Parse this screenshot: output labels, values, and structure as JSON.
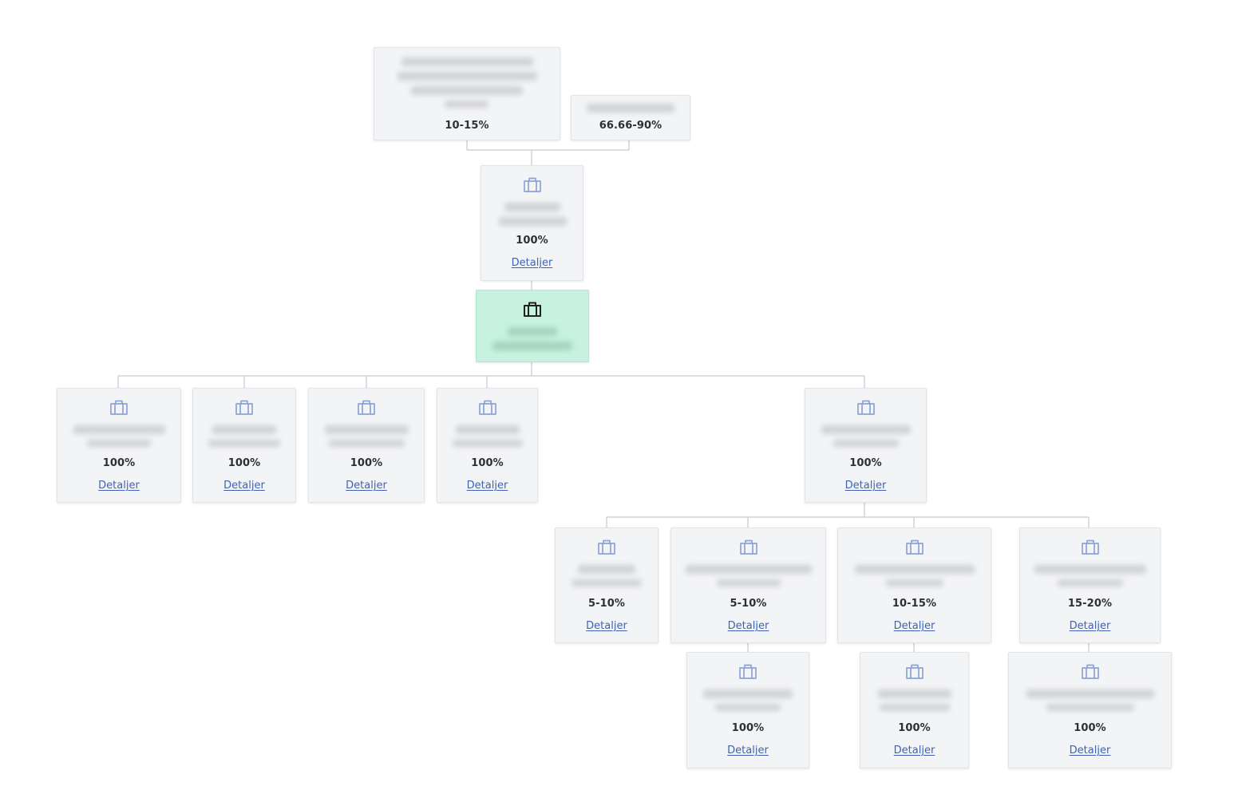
{
  "colors": {
    "card_background": "#f3f4f6",
    "selected_background": "#c6f2df",
    "connector": "#cfd3da",
    "link": "#3f62b5",
    "icon_default": "#8da2d6",
    "icon_selected": "#222222"
  },
  "owners": [
    {
      "share": "10-15%"
    },
    {
      "share": "66.66-90%"
    }
  ],
  "parent": {
    "icon": "briefcase-icon",
    "share": "100%",
    "link_label": "Detaljer"
  },
  "current": {
    "icon": "briefcase-icon"
  },
  "children": [
    {
      "icon": "briefcase-icon",
      "share": "100%",
      "link_label": "Detaljer"
    },
    {
      "icon": "briefcase-icon",
      "share": "100%",
      "link_label": "Detaljer"
    },
    {
      "icon": "briefcase-icon",
      "share": "100%",
      "link_label": "Detaljer"
    },
    {
      "icon": "briefcase-icon",
      "share": "100%",
      "link_label": "Detaljer"
    },
    {
      "icon": "briefcase-icon",
      "share": "100%",
      "link_label": "Detaljer"
    }
  ],
  "grandchildren": [
    {
      "icon": "briefcase-icon",
      "share": "5-10%",
      "link_label": "Detaljer"
    },
    {
      "icon": "briefcase-icon",
      "share": "5-10%",
      "link_label": "Detaljer"
    },
    {
      "icon": "briefcase-icon",
      "share": "10-15%",
      "link_label": "Detaljer"
    },
    {
      "icon": "briefcase-icon",
      "share": "15-20%",
      "link_label": "Detaljer"
    }
  ],
  "great_grandchildren": [
    {
      "icon": "briefcase-icon",
      "share": "100%",
      "link_label": "Detaljer"
    },
    {
      "icon": "briefcase-icon",
      "share": "100%",
      "link_label": "Detaljer"
    },
    {
      "icon": "briefcase-icon",
      "share": "100%",
      "link_label": "Detaljer"
    }
  ]
}
